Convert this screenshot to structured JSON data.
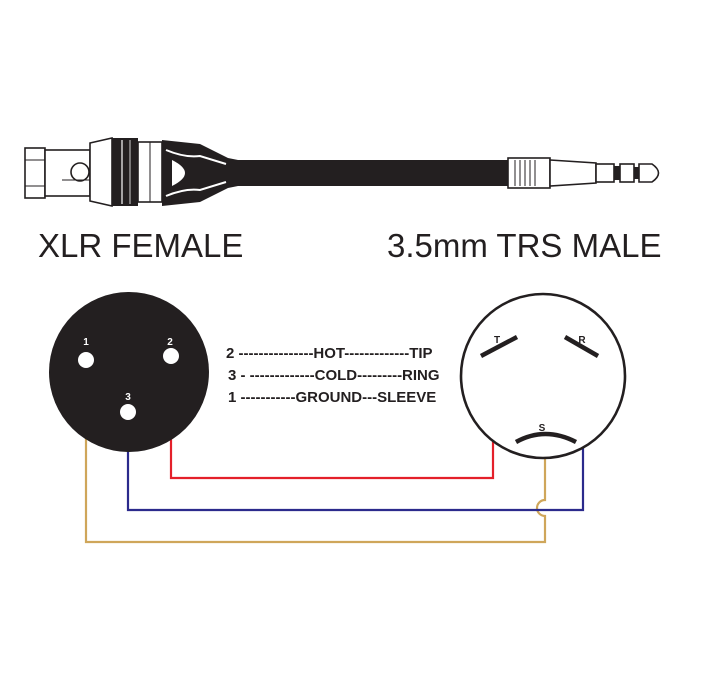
{
  "labels": {
    "xlr": "XLR FEMALE",
    "trs": "3.5mm TRS MALE"
  },
  "legend": [
    "2 ---------------HOT-------------TIP",
    "3 - -------------COLD---------RING",
    "1 -----------GROUND---SLEEVE"
  ],
  "xlr_pins": [
    "1",
    "2",
    "3"
  ],
  "trs_contacts": [
    "T",
    "R",
    "S"
  ],
  "colors": {
    "hot_wire": "#e4202a",
    "cold_wire": "#2b2a8c",
    "ground_wire": "#cfa65a",
    "connector_body": "#231f20"
  }
}
